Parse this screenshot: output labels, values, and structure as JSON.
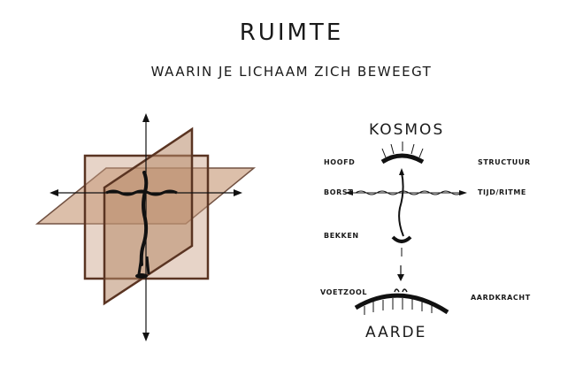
{
  "title": "RUIMTE",
  "subtitle": "WAARIN JE LICHAAM ZICH BEWEEGT",
  "right_diagram": {
    "top_label": "KOSMOS",
    "bottom_label": "AARDE",
    "left_labels": [
      "HOOFD",
      "BORST",
      "BEKKEN",
      "VOETZOOL"
    ],
    "right_labels": [
      "STRUCTUUR",
      "TIJD/RITME",
      "AARDKRACHT"
    ]
  },
  "colors": {
    "plane_fill": "#c9a48a",
    "plane_edge": "#5a3422",
    "ink": "#111111"
  }
}
